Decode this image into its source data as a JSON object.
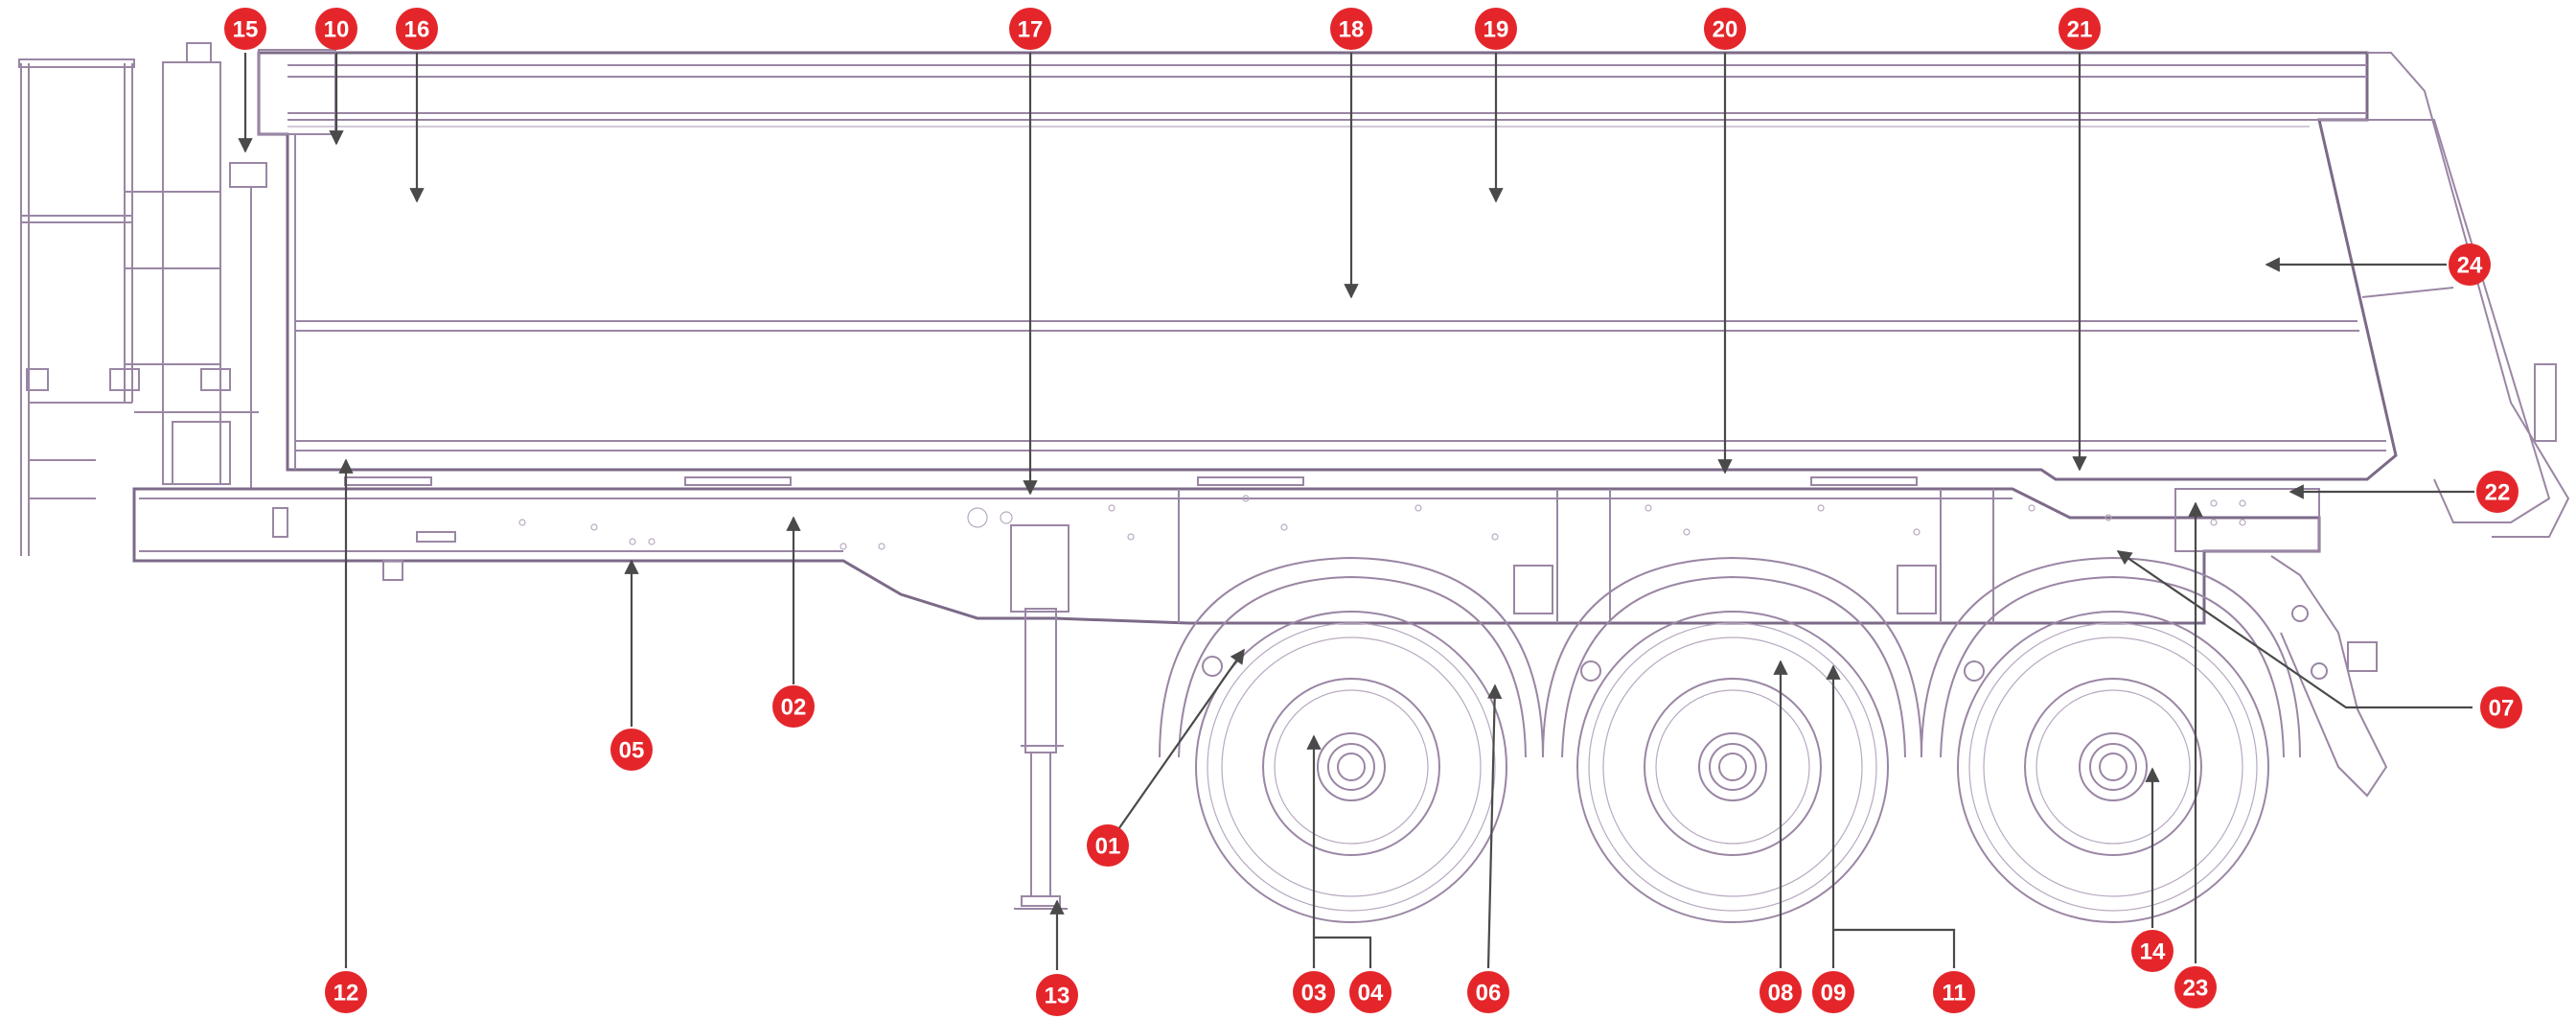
{
  "callouts": [
    {
      "id": "callout-01",
      "label": "01"
    },
    {
      "id": "callout-02",
      "label": "02"
    },
    {
      "id": "callout-03",
      "label": "03"
    },
    {
      "id": "callout-04",
      "label": "04"
    },
    {
      "id": "callout-05",
      "label": "05"
    },
    {
      "id": "callout-06",
      "label": "06"
    },
    {
      "id": "callout-07",
      "label": "07"
    },
    {
      "id": "callout-08",
      "label": "08"
    },
    {
      "id": "callout-09",
      "label": "09"
    },
    {
      "id": "callout-10",
      "label": "10"
    },
    {
      "id": "callout-11",
      "label": "11"
    },
    {
      "id": "callout-12",
      "label": "12"
    },
    {
      "id": "callout-13",
      "label": "13"
    },
    {
      "id": "callout-14",
      "label": "14"
    },
    {
      "id": "callout-15",
      "label": "15"
    },
    {
      "id": "callout-16",
      "label": "16"
    },
    {
      "id": "callout-17",
      "label": "17"
    },
    {
      "id": "callout-18",
      "label": "18"
    },
    {
      "id": "callout-19",
      "label": "19"
    },
    {
      "id": "callout-20",
      "label": "20"
    },
    {
      "id": "callout-21",
      "label": "21"
    },
    {
      "id": "callout-22",
      "label": "22"
    },
    {
      "id": "callout-23",
      "label": "23"
    },
    {
      "id": "callout-24",
      "label": "24"
    }
  ],
  "colors": {
    "marker": "#e4262b",
    "outline": "#9a86a4",
    "leader": "#4a4a4a"
  }
}
